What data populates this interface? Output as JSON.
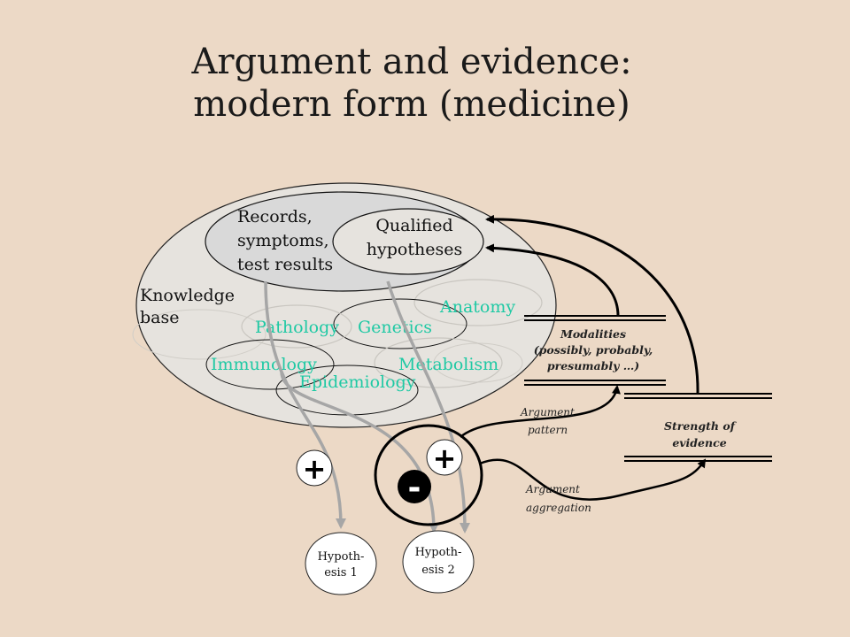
{
  "title": {
    "line1": "Argument and evidence:",
    "line2": "modern form (medicine)"
  },
  "knowledge_base": {
    "label_line1": "Knowledge",
    "label_line2": "base",
    "records_line1": "Records,",
    "records_line2": "symptoms,",
    "records_line3": "test results",
    "qualified_line1": "Qualified",
    "qualified_line2": "hypotheses",
    "domains": {
      "anatomy": "Anatomy",
      "pathology": "Pathology",
      "genetics": "Genetics",
      "immunology": "Immunology",
      "metabolism": "Metabolism",
      "epidemiology": "Epidemiology"
    }
  },
  "modalities": {
    "line1": "Modalities",
    "line2": "(possibly, probably,",
    "line3": "presumably …)"
  },
  "strength": {
    "line1": "Strength of",
    "line2": "evidence"
  },
  "argument_pattern": {
    "line1": "Argument",
    "line2": "pattern"
  },
  "argument_aggregation": {
    "line1": "Argument",
    "line2": "aggregation"
  },
  "signs": {
    "plus_left": "+",
    "plus_right": "+",
    "minus": "-"
  },
  "hypotheses": {
    "h1_line1": "Hypoth-",
    "h1_line2": "esis 1",
    "h2_line1": "Hypoth-",
    "h2_line2": "esis 2"
  },
  "colors": {
    "background": "#ecd9c6",
    "knowledge_base_fill": "#e6e3de",
    "records_fill": "#d9d9d9",
    "domain_text": "#1fc9a4",
    "arrow_gray": "#a6a6a6"
  }
}
